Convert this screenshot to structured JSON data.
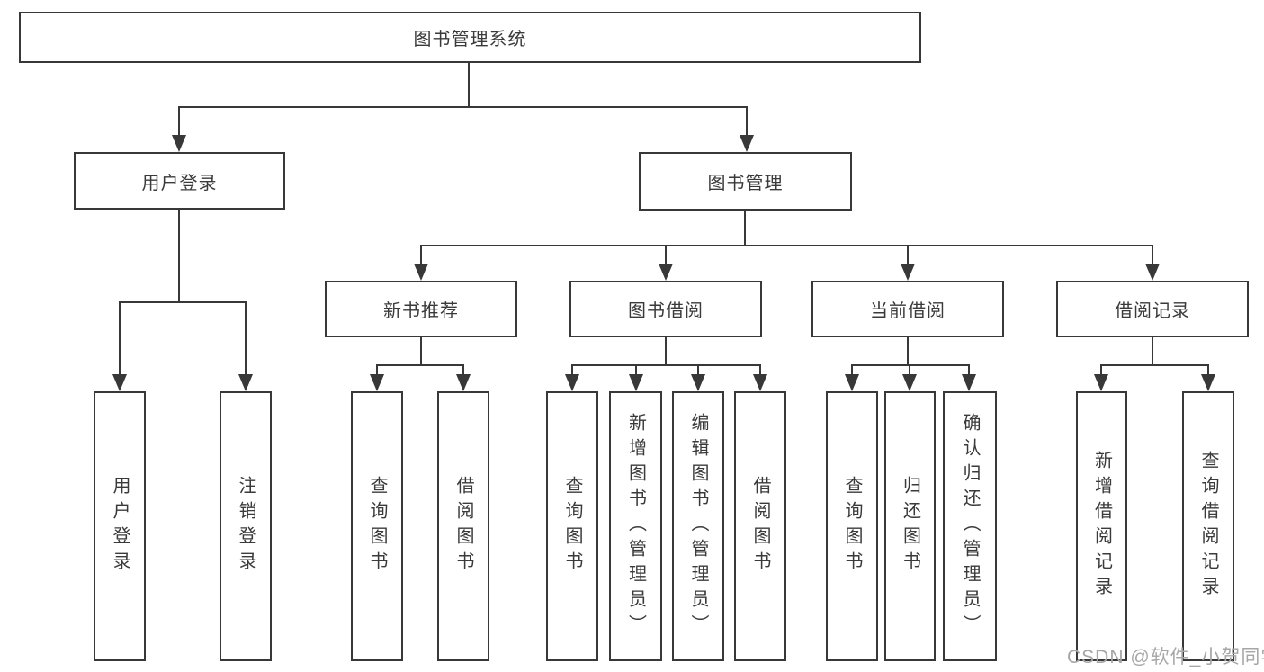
{
  "diagram": {
    "root": "图书管理系统",
    "level2": [
      "用户登录",
      "图书管理"
    ],
    "level3": [
      "新书推荐",
      "图书借阅",
      "当前借阅",
      "借阅记录"
    ],
    "leaves": {
      "user_login": [
        "用户登录",
        "注销登录"
      ],
      "new_books": [
        "查询图书",
        "借阅图书"
      ],
      "book_borrowing": [
        "查询图书",
        "新增图书（管理员）",
        "编辑图书（管理员）",
        "借阅图书"
      ],
      "current_borrowing": [
        "查询图书",
        "归还图书",
        "确认归还（管理员）"
      ],
      "borrowing_records": [
        "新增借阅记录",
        "查询借阅记录"
      ]
    },
    "watermark": "CSDN @软件_小贺同学",
    "colors": {
      "line": "#383838",
      "text": "#3a3a3a",
      "box_background": "#ffffff",
      "watermark": "#a6a6a6"
    }
  }
}
